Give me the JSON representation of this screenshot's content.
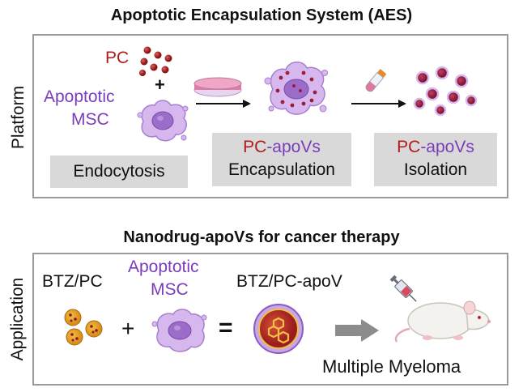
{
  "top_title": "Apoptotic Encapsulation System (AES)",
  "bottom_title": "Nanodrug-apoVs for cancer therapy",
  "platform": {
    "side_label": "Platform",
    "pc_label": "PC",
    "plus": "+",
    "apoptotic_msc_line1": "Apoptotic",
    "apoptotic_msc_line2": "MSC",
    "endocytosis": "Endocytosis",
    "encap_pc": "PC",
    "encap_apovs": "-apoVs",
    "encapsulation": "Encapsulation",
    "iso_pc": "PC",
    "iso_apovs": "-apoVs",
    "isolation": "Isolation"
  },
  "application": {
    "side_label": "Application",
    "btz_pc": "BTZ/PC",
    "plus": "+",
    "apoptotic_msc_line1": "Apoptotic",
    "apoptotic_msc_line2": "MSC",
    "equals": "=",
    "btz_pc_apov": "BTZ/PC-apoV",
    "multiple_myeloma": "Multiple Myeloma"
  },
  "colors": {
    "pc_red": "#b01c1c",
    "msc_purple": "#7a3db8",
    "cell_lilac": "#c9a6e8",
    "label_box_grey": "#d9d9d9"
  },
  "icons": [
    "pc-particles-icon",
    "apoptotic-cell-icon",
    "petri-dish-icon",
    "arrow-icon",
    "loaded-cell-icon",
    "centrifuge-tube-icon",
    "apov-cluster-icon",
    "btz-pc-particles-icon",
    "btz-pc-apov-icon",
    "syringe-icon",
    "mouse-icon"
  ]
}
